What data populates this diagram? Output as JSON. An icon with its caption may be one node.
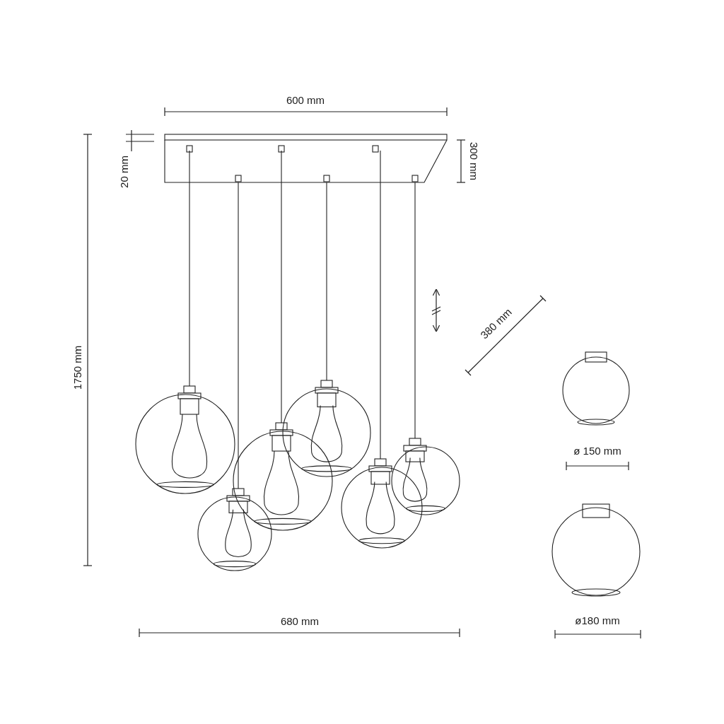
{
  "diagram": {
    "labels": [
      "600 mm",
      "20 mm",
      "300 mm",
      "1750 mm",
      "380 mm",
      "ø 150 mm",
      "680 mm",
      "ø180 mm"
    ]
  }
}
